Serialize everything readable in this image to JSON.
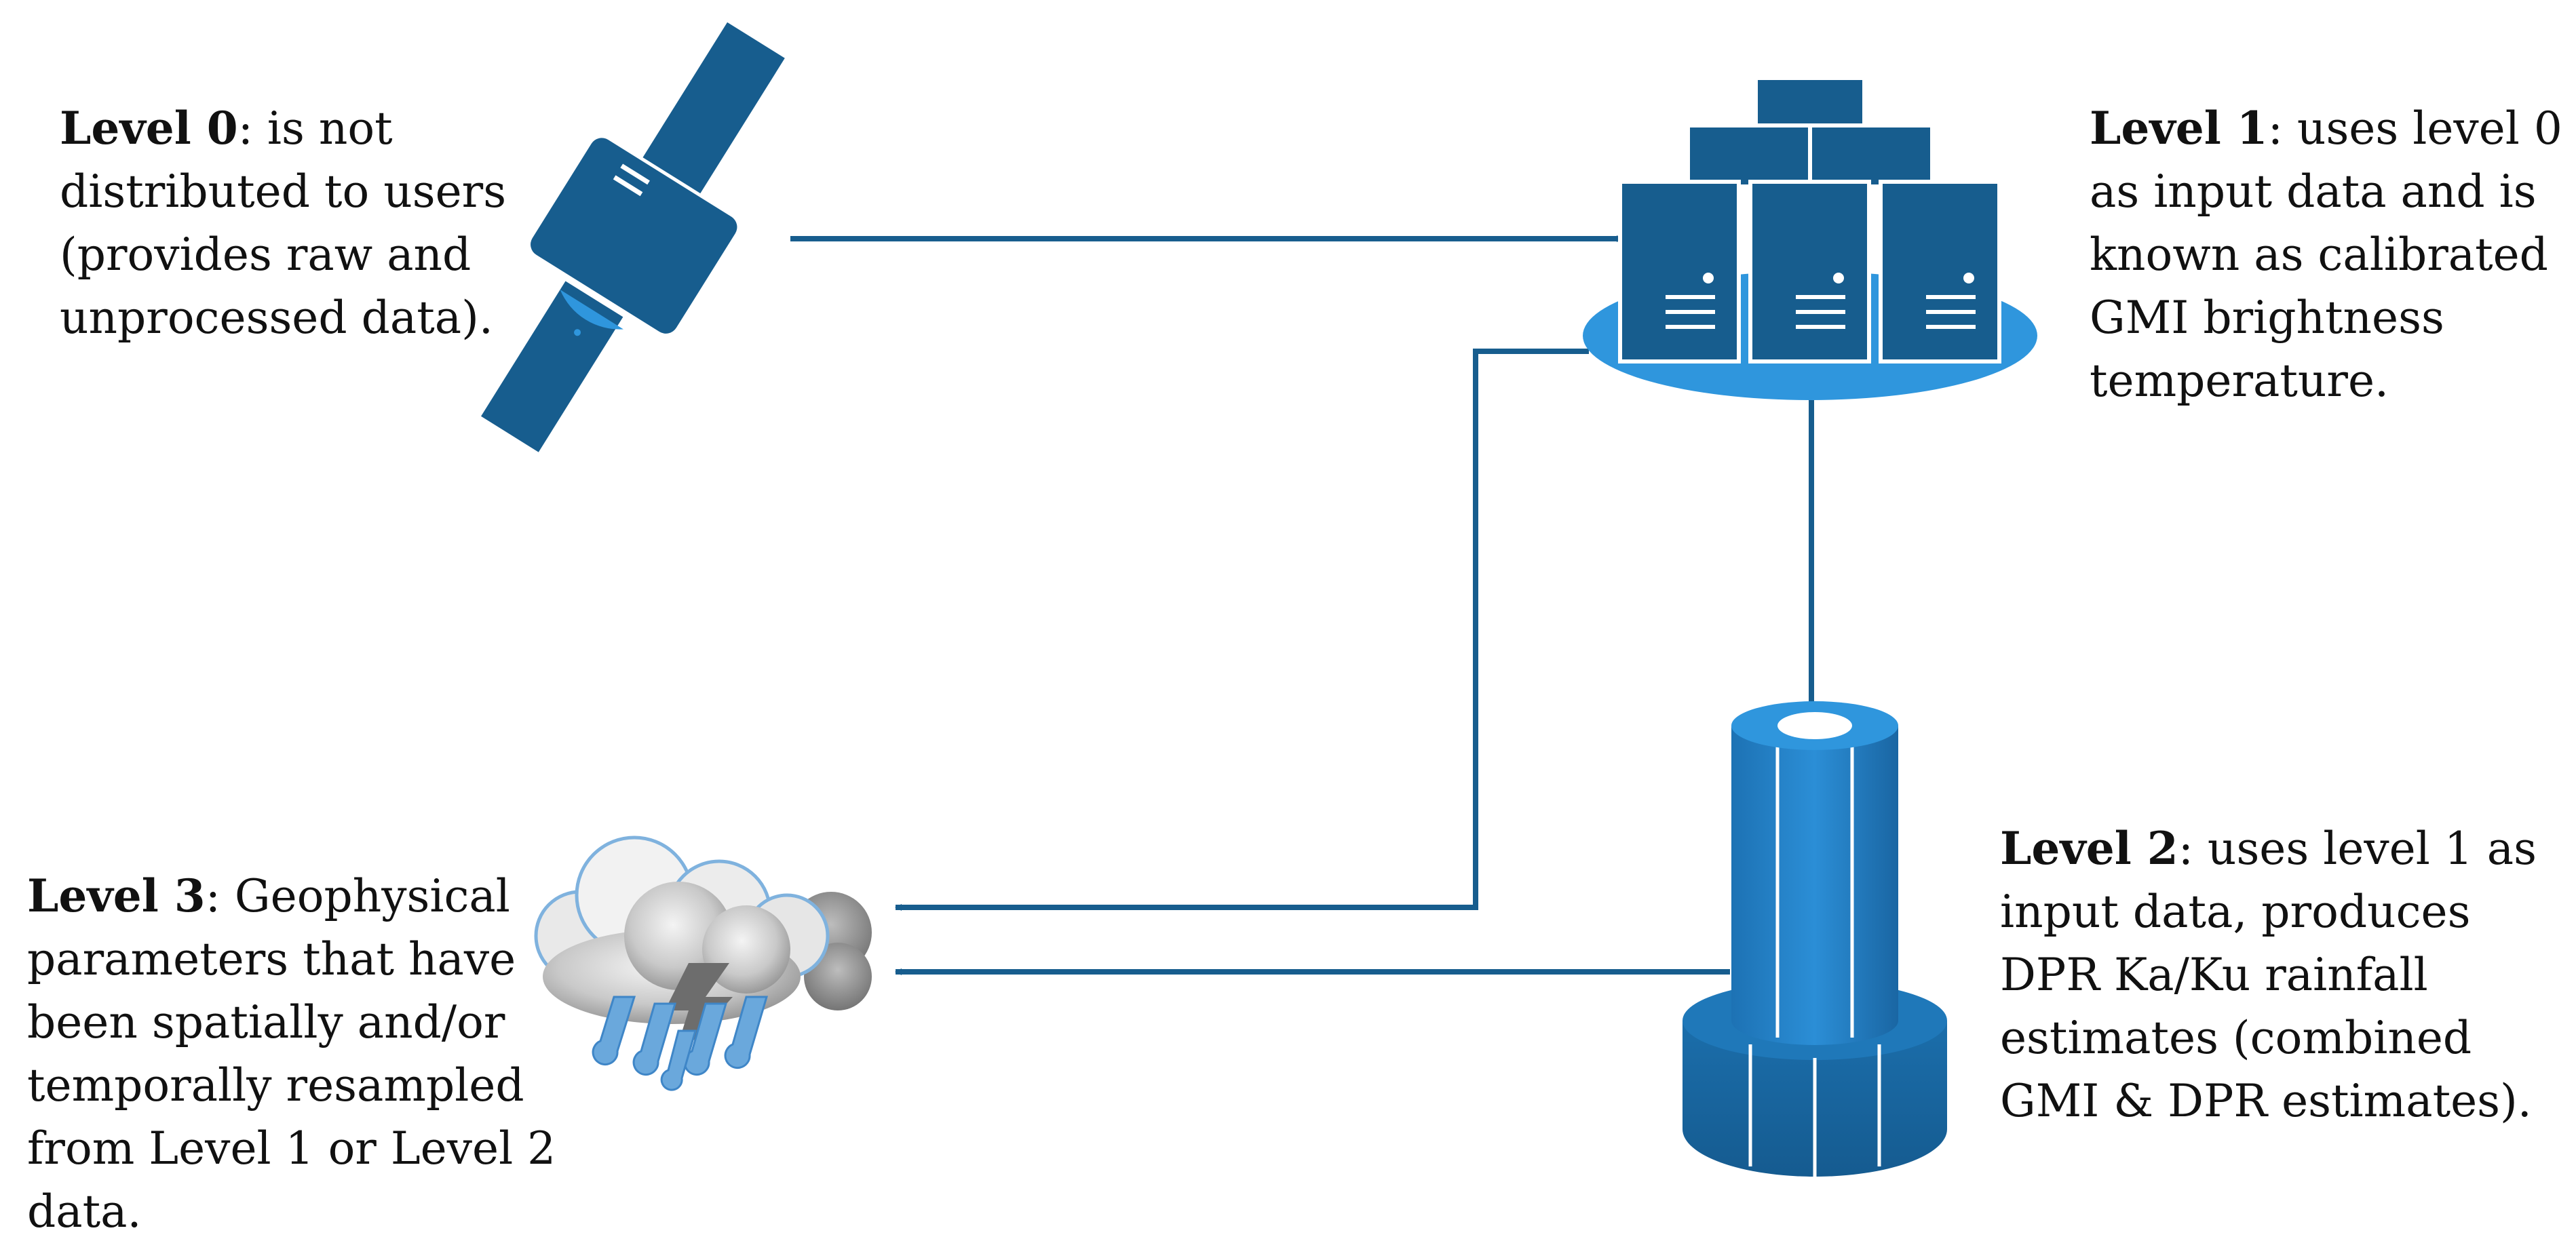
{
  "colors": {
    "dark_blue": "#175d8e",
    "mid_blue": "#1c76b8",
    "light_blue": "#2f96dd",
    "text": "#111111",
    "background": "#ffffff"
  },
  "icons": [
    "satellite-icon",
    "server-cluster-icon",
    "database-cylinder-icon",
    "rain-cloud-icon"
  ],
  "level0": {
    "title": "Level 0",
    "text": ": is not distributed to users (provides raw and unprocessed data)."
  },
  "level1": {
    "title": "Level 1",
    "text": ": uses level 0 as input data and is known as calibrated GMI brightness temperature."
  },
  "level2": {
    "title": "Level 2",
    "text": ": uses level 1 as input data, produces DPR Ka/Ku rainfall estimates (combined GMI & DPR estimates)."
  },
  "level3": {
    "title": "Level 3",
    "text": ": Geophysical parameters that have been spatially and/or temporally resampled from Level 1 or Level 2 data."
  }
}
